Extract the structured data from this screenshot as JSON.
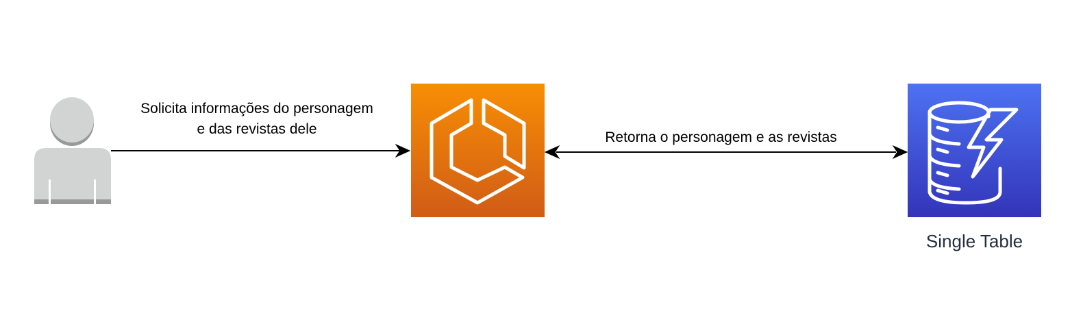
{
  "nodes": {
    "user": {
      "icon": "user-icon"
    },
    "service": {
      "icon": "ecs-container-service-icon",
      "color_top": "#F78E04",
      "color_bottom": "#D05C17"
    },
    "database": {
      "icon": "dynamodb-icon",
      "label": "Single Table",
      "color_top": "#4D72F3",
      "color_bottom": "#3334B9"
    }
  },
  "edges": {
    "request": {
      "from": "user",
      "to": "service",
      "label_line1": "Solicita informações do personagem",
      "label_line2": "e das revistas dele"
    },
    "response": {
      "from": "service",
      "to": "database",
      "bidirectional": true,
      "label": "Retorna o personagem e as revistas"
    }
  }
}
